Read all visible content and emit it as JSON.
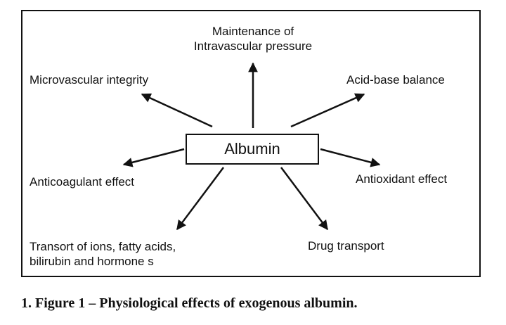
{
  "diagram": {
    "center": "Albumin",
    "effects": {
      "maintenance": "Maintenance of\nIntravascular pressure",
      "microvascular": "Microvascular integrity",
      "acid_base": "Acid-base balance",
      "anticoagulant": "Anticoagulant effect",
      "antioxidant": "Antioxidant effect",
      "transport": "Transort of ions, fatty acids,\nbilirubin and hormone s",
      "drug_transport": "Drug transport"
    }
  },
  "caption": "1. Figure 1 – Physiological effects of exogenous albumin."
}
